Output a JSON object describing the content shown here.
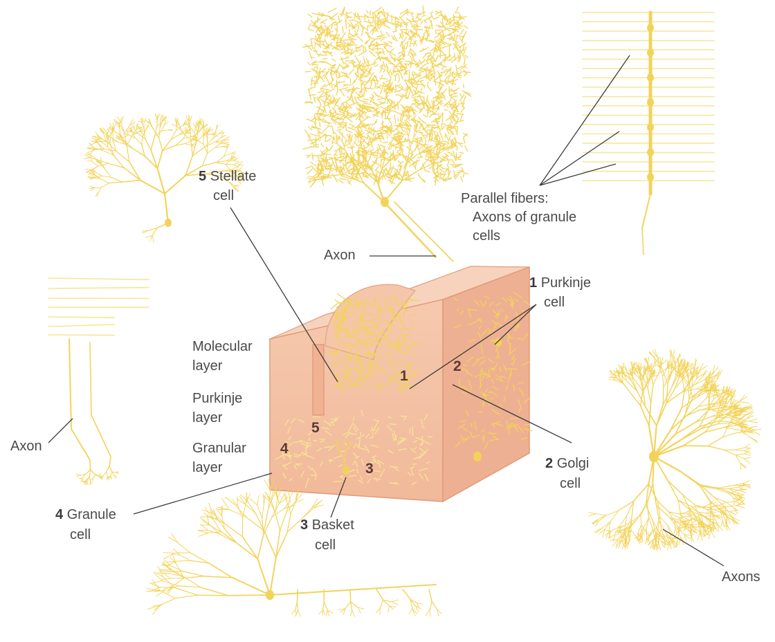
{
  "colors": {
    "neuron": "#f2d35a",
    "neuron_light": "#f7e594",
    "block_front": "#f4c2a6",
    "block_side": "#efb596",
    "block_top": "#f7cdb4",
    "leader": "#3a3a3a",
    "text": "#4a4a4a",
    "block_numbers": "#5a3a33"
  },
  "labels": {
    "stellate_num": "5",
    "stellate_text_1": "Stellate",
    "stellate_text_2": "cell",
    "parallel_1": "Parallel fibers:",
    "parallel_2": "Axons of granule",
    "parallel_3": "cells",
    "axon_top": "Axon",
    "purkinje_num": "1",
    "purkinje_text_1": "Purkinje",
    "purkinje_text_2": "cell",
    "molecular_1": "Molecular",
    "molecular_2": "layer",
    "purkinje_layer_1": "Purkinje",
    "purkinje_layer_2": "layer",
    "granular_1": "Granular",
    "granular_2": "layer",
    "axon_left": "Axon",
    "golgi_num": "2",
    "golgi_text_1": "Golgi",
    "golgi_text_2": "cell",
    "granule_num": "4",
    "granule_text_1": "Granule",
    "granule_text_2": "cell",
    "basket_num": "3",
    "basket_text_1": "Basket",
    "basket_text_2": "cell",
    "axons_right": "Axons"
  },
  "block_numbers": {
    "n1": "1",
    "n2": "2",
    "n3": "3",
    "n4": "4",
    "n5": "5"
  }
}
